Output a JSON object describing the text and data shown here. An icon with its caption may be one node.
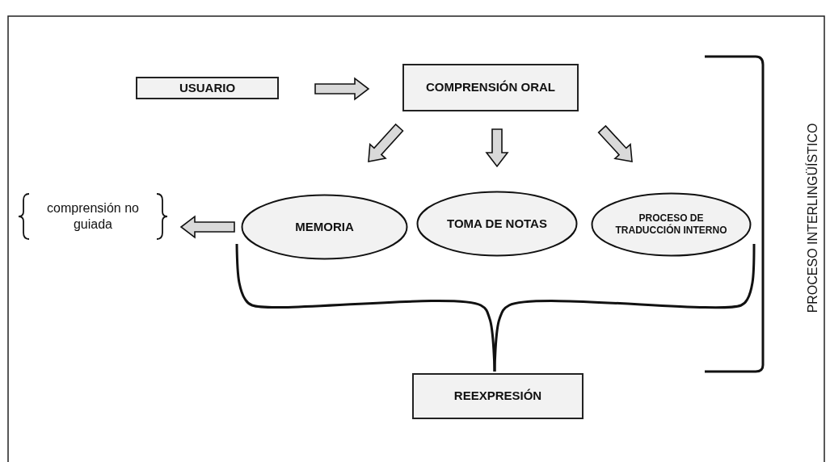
{
  "diagram": {
    "nodes": [
      {
        "text": [
          "USUARIO"
        ]
      },
      {
        "text": [
          "COMPRENSIÓN ORAL"
        ]
      },
      {
        "text": [
          "comprensión no guiada"
        ]
      },
      {
        "text": [
          "MEMORIA"
        ]
      },
      {
        "text": [
          "TOMA DE NOTAS"
        ]
      },
      {
        "text": [
          "PROCESO DE TRADUCCIÓN INTERNO"
        ]
      },
      {
        "text": [
          "REEXPRESIÓN"
        ]
      },
      {
        "text": [
          "PROCESO INTERLINGÜÍSTICO"
        ]
      }
    ],
    "edges": [
      {
        "from": 0,
        "to": 1,
        "arrow": "to"
      },
      {
        "from": 1,
        "to": 3,
        "arrow": "to"
      },
      {
        "from": 1,
        "to": 4,
        "arrow": "to"
      },
      {
        "from": 1,
        "to": 5,
        "arrow": "to"
      },
      {
        "from": 3,
        "to": 2,
        "arrow": "to"
      },
      {
        "from": 3,
        "to": 6,
        "arrow": "none"
      },
      {
        "from": 5,
        "to": 6,
        "arrow": "none"
      }
    ]
  }
}
